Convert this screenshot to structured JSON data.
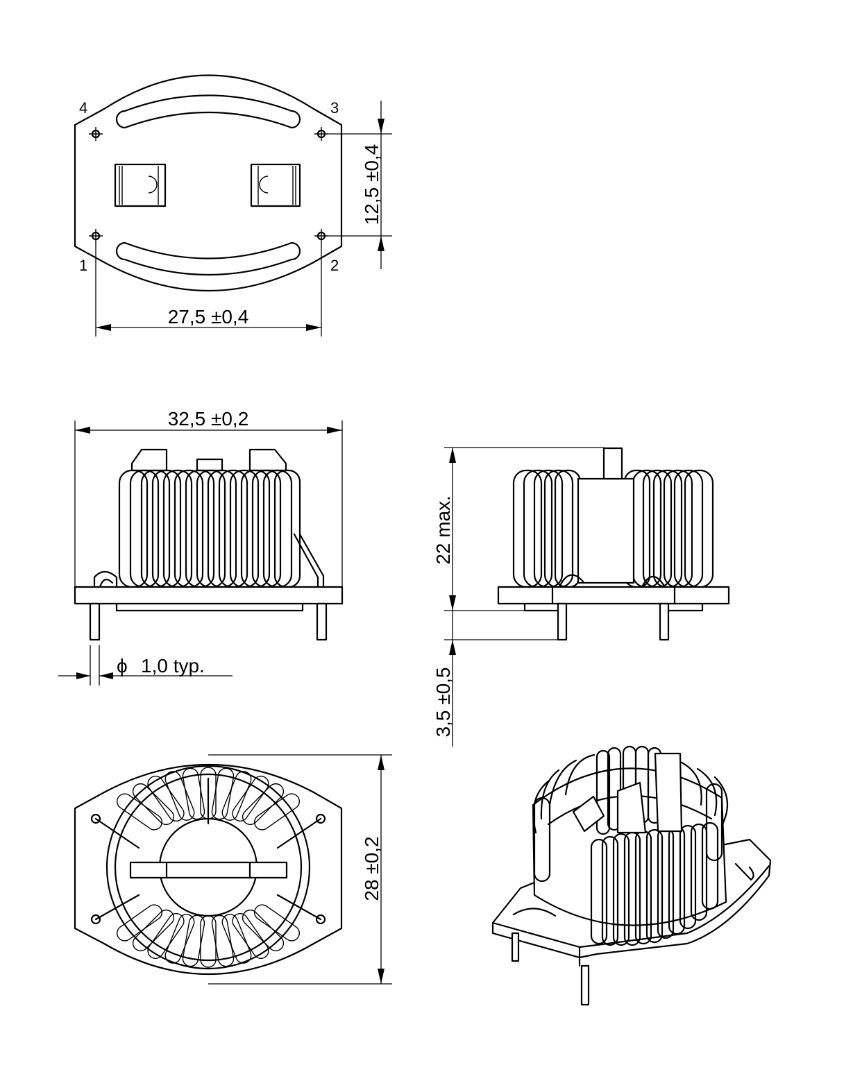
{
  "pin_labels": {
    "p1": "1",
    "p2": "2",
    "p3": "3",
    "p4": "4"
  },
  "dimensions": {
    "pin_spacing_x": "27,5 ±0,4",
    "pin_spacing_y": "12,5 ±0,4",
    "overall_width": "32,5 ±0,2",
    "height_max": "22 max.",
    "pin_diameter": "1,0 typ.",
    "pin_length": "3,5 ±0,5",
    "overall_depth": "28 ±0,2"
  },
  "symbols": {
    "diameter": "ϕ"
  }
}
